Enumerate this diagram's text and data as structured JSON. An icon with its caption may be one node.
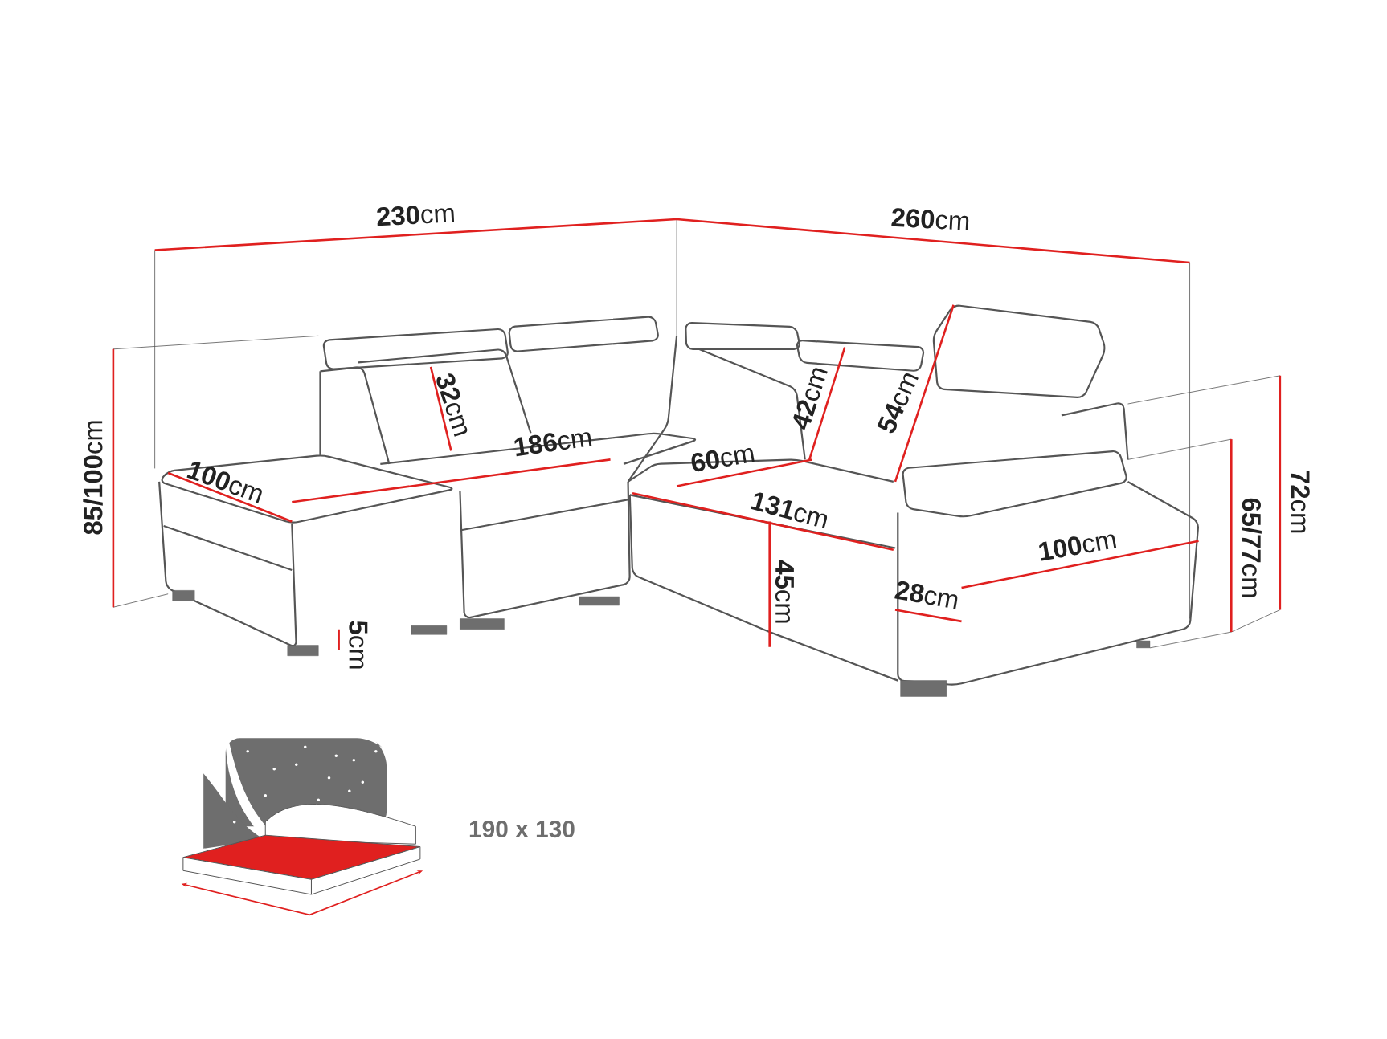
{
  "diagram": {
    "labels": [
      "**230**cm",
      "**260**cm",
      "**32**cm",
      "**42**cm",
      "**54**cm",
      "**85/100**cm",
      "**186**cm",
      "**100**cm",
      "**60**cm",
      "**131**cm",
      "**72**cm",
      "**65/77**cm",
      "**100**cm",
      "**45**cm",
      "**28**cm",
      "**5**cm",
      "190 x 130"
    ]
  }
}
